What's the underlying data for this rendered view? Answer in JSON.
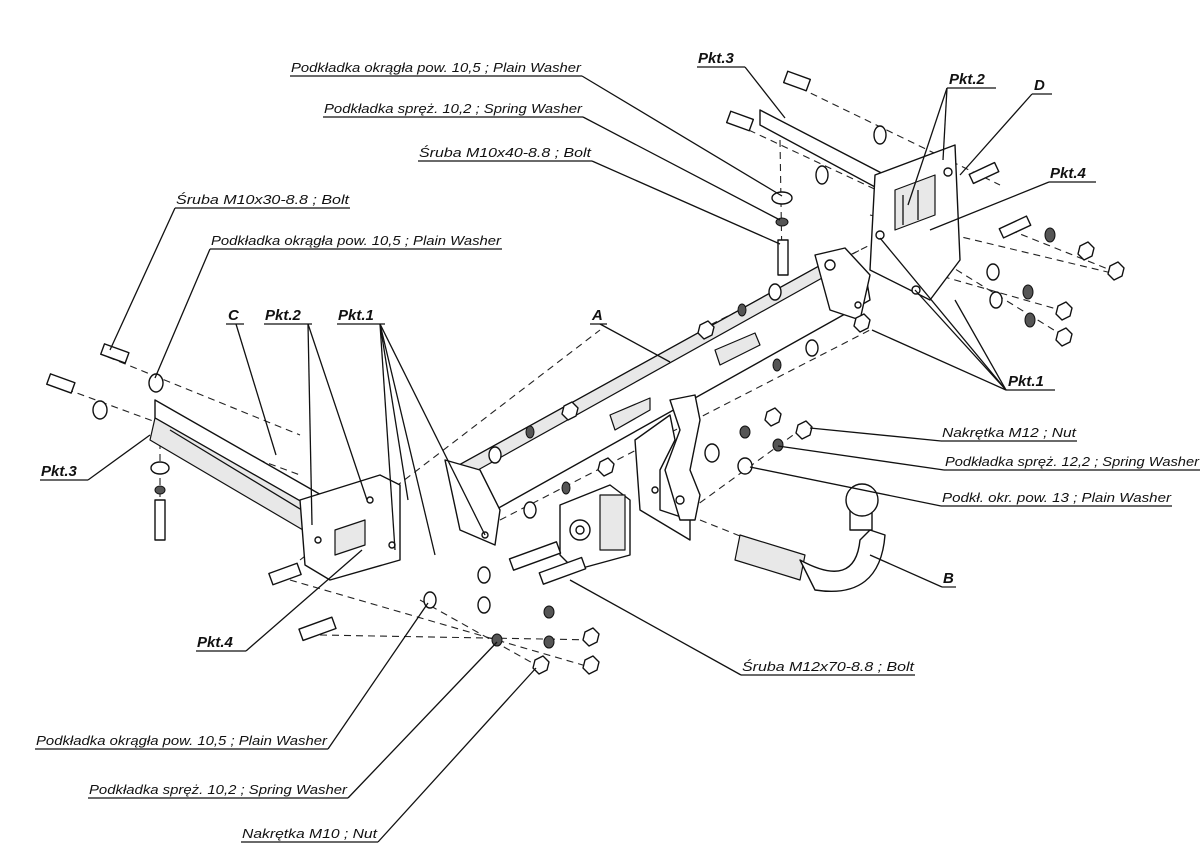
{
  "labels": {
    "pkt3_top": "Pkt.3",
    "pkt2_top": "Pkt.2",
    "d": "D",
    "pkt4_right": "Pkt.4",
    "pkt1_right": "Pkt.1",
    "washer_105_top": "Podkładka okrągła pow. 10,5 ; Plain Washer",
    "spring_102_top": "Podkładka spręż. 10,2 ; Spring Washer",
    "bolt_m10x40": "Śruba M10x40-8.8   ;  Bolt",
    "bolt_m10x30": "Śruba M10x30-8.8   ;  Bolt",
    "washer_105_left": "Podkładka okrągła pow. 10,5 ; Plain Washer",
    "c": "C",
    "pkt2_left": "Pkt.2",
    "pkt1_left": "Pkt.1",
    "a": "A",
    "pkt3_left": "Pkt.3",
    "nut_m12": "Nakrętka  M12 ; Nut",
    "spring_122": "Podkładka spręż. 12,2 ; Spring Washer",
    "washer_13": "Podkł. okr. pow. 13 ; Plain Washer",
    "b": "B",
    "pkt4_left": "Pkt.4",
    "bolt_m12x70": "Śruba M12x70-8.8   ;  Bolt",
    "washer_105_bottom": "Podkładka okrągła pow. 10,5 ; Plain Washer",
    "spring_102_bottom": "Podkładka spręż. 10,2 ; Spring Washer",
    "nut_m10": "Nakrętka  M10 ; Nut"
  }
}
